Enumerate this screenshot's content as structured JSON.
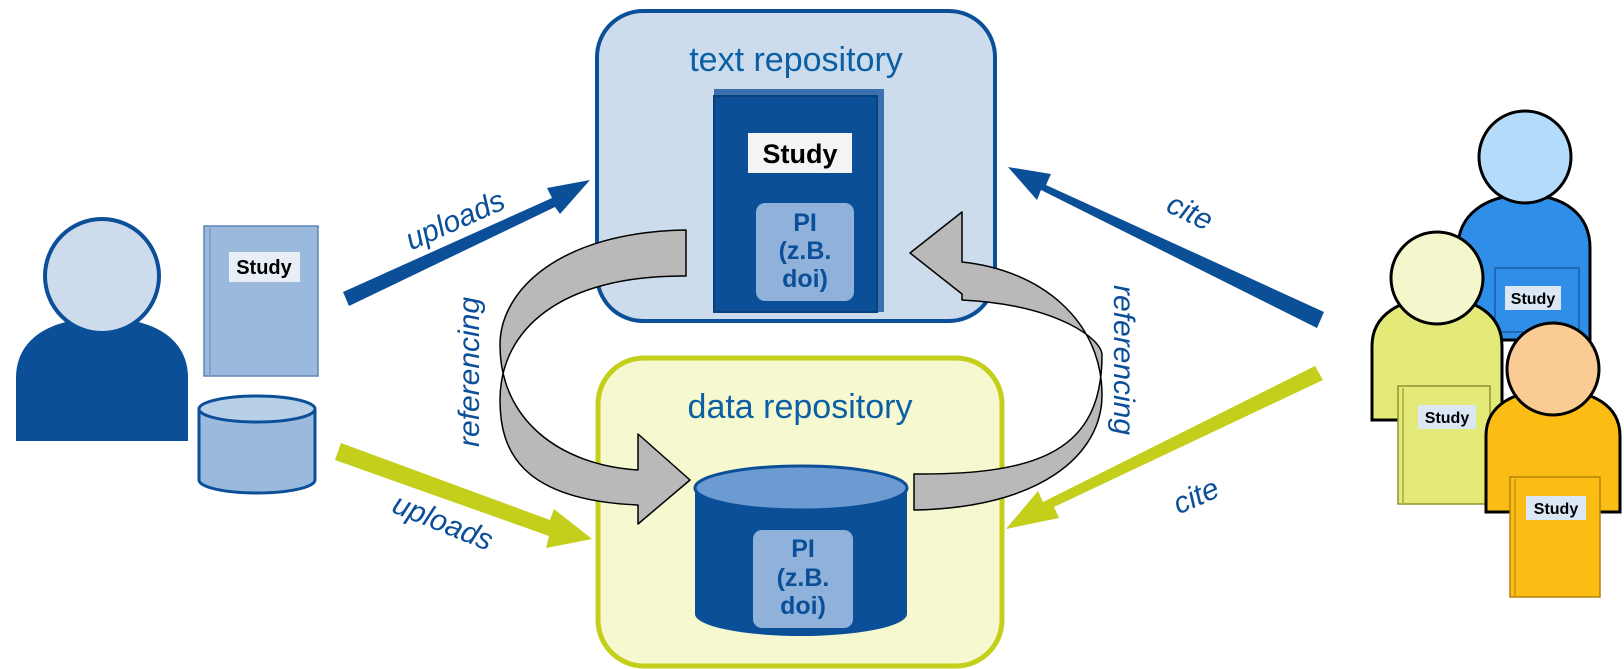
{
  "text_repository": {
    "title": "text repository",
    "document_label": "Study",
    "pi_lines": [
      "PI",
      "(z.B.",
      "doi)"
    ]
  },
  "data_repository": {
    "title": "data repository",
    "pi_lines": [
      "PI",
      "(z.B.",
      "doi)"
    ]
  },
  "author": {
    "document_label": "Study"
  },
  "citers": {
    "document_labels": [
      "Study",
      "Study",
      "Study"
    ]
  },
  "labels": {
    "upload_text": "uploads",
    "upload_data": "uploads",
    "cite_text": "cite",
    "cite_data": "cite",
    "referencing_left": "referencing",
    "referencing_right": "referencing"
  },
  "colors": {
    "dark_blue": "#0b4f99",
    "light_blue_box": "#ccdcec",
    "lime_green": "#c3cf1a",
    "light_yellow_box": "#f6f8cf",
    "gray_arrow": "#b7b7b7",
    "person_blue": "#2f8fe8",
    "person_yellow": "#e3ea78",
    "person_orange": "#fbbd14"
  }
}
